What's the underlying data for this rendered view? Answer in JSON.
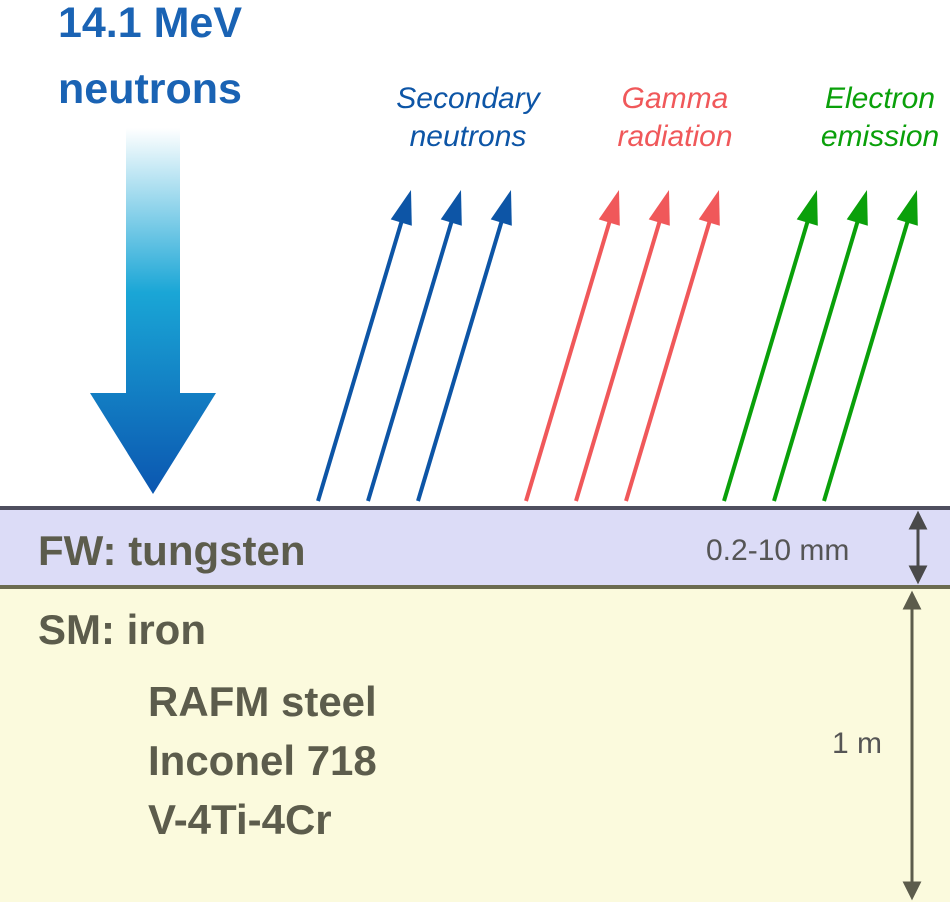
{
  "incident": {
    "line1": "14.1 MeV",
    "line2": "neutrons",
    "color": "#1a63b4"
  },
  "emissions": [
    {
      "line1": "Secondary",
      "line2": "neutrons",
      "color": "#0d55a6"
    },
    {
      "line1": "Gamma",
      "line2": "radiation",
      "color": "#f0585a"
    },
    {
      "line1": "Electron",
      "line2": "emission",
      "color": "#0aa00a"
    }
  ],
  "first_wall": {
    "label": "FW: tungsten",
    "thickness": "0.2-10 mm",
    "fill": "#dcdcf7"
  },
  "structural": {
    "label": "SM: iron",
    "materials": [
      "RAFM steel",
      "Inconel 718",
      "V-4Ti-4Cr"
    ],
    "thickness": "1 m",
    "fill": "#fbfadd"
  }
}
